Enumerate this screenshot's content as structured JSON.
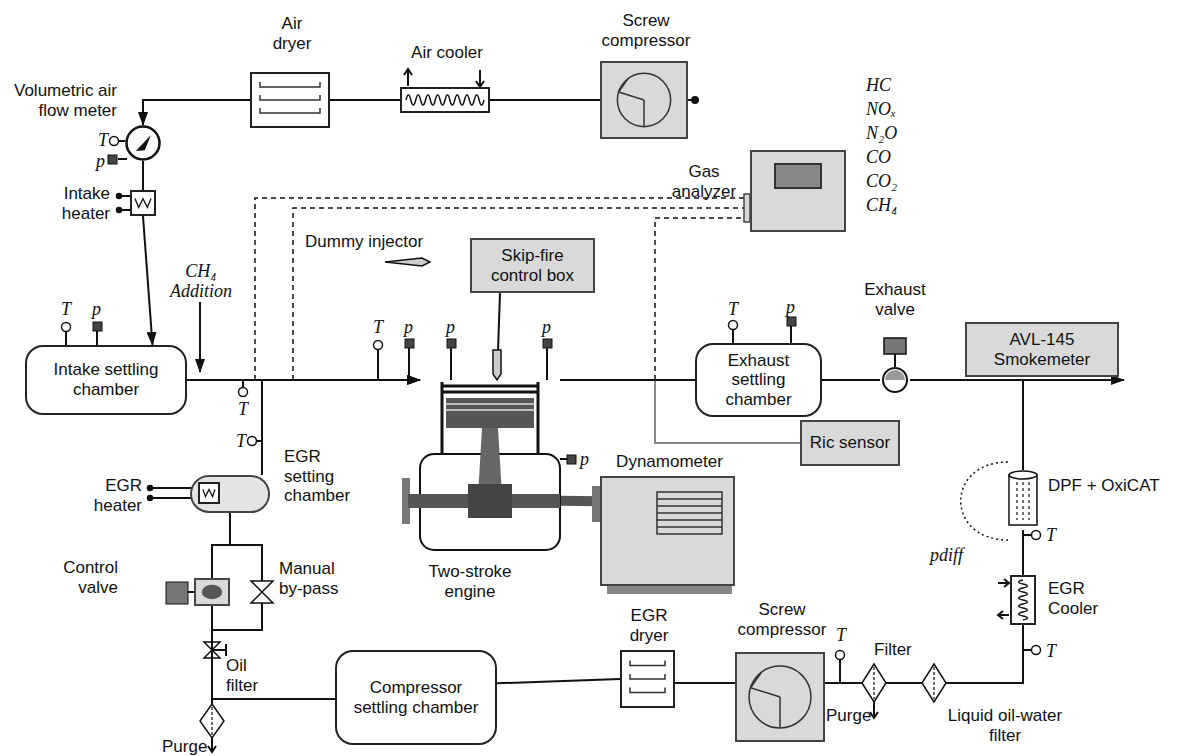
{
  "diagram": {
    "nodes": [
      {
        "text": [
          "Screw compressor"
        ]
      },
      {
        "text": [
          "Air cooler"
        ]
      },
      {
        "text": [
          "Air dryer"
        ]
      },
      {
        "text": [
          "Volumetric air flow meter"
        ]
      },
      {
        "text": [
          "Intake heater"
        ]
      },
      {
        "text": [
          "Intake settling chamber"
        ]
      },
      {
        "text": [
          "Gas analyzer"
        ]
      },
      {
        "text": [
          "Skip-fire control box"
        ]
      },
      {
        "text": [
          "Two-stroke engine"
        ]
      },
      {
        "text": [
          "Dynamometer"
        ]
      },
      {
        "text": [
          "Exhaust settling chamber"
        ]
      },
      {
        "text": [
          "Exhaust valve"
        ]
      },
      {
        "text": [
          "AVL-145 Smokemeter"
        ]
      },
      {
        "text": [
          "Ric sensor"
        ]
      },
      {
        "text": [
          "DPF + OxiCAT"
        ]
      },
      {
        "text": [
          "EGR Cooler"
        ]
      },
      {
        "text": [
          "Liquid oil-water filter"
        ]
      },
      {
        "text": [
          "Filter"
        ]
      },
      {
        "text": [
          "Screw compressor"
        ]
      },
      {
        "text": [
          "EGR dryer"
        ]
      },
      {
        "text": [
          "Compressor settling chamber"
        ]
      },
      {
        "text": [
          "Oil filter"
        ]
      },
      {
        "text": [
          "Control valve"
        ]
      },
      {
        "text": [
          "Manual by-pass"
        ]
      },
      {
        "text": [
          "EGR setting chamber"
        ]
      },
      {
        "text": [
          "EGR heater"
        ],
        "in": 24
      }
    ],
    "edges": [
      {
        "from": 0,
        "to": 1,
        "arrow": "none"
      },
      {
        "from": 1,
        "to": 2,
        "arrow": "none"
      },
      {
        "from": 2,
        "to": 3,
        "arrow": "to"
      },
      {
        "from": 3,
        "to": 4,
        "arrow": "none"
      },
      {
        "from": 4,
        "to": 5,
        "arrow": "to"
      },
      {
        "from": 5,
        "to": 8,
        "arrow": "to"
      },
      {
        "from": 7,
        "to": 8,
        "arrow": "none"
      },
      {
        "from": 8,
        "to": 9,
        "arrow": "none"
      },
      {
        "from": 8,
        "to": 10,
        "arrow": "none"
      },
      {
        "from": 10,
        "to": 11,
        "arrow": "none"
      },
      {
        "from": 11,
        "to": 14,
        "arrow": "none"
      },
      {
        "from": 14,
        "to": 15,
        "arrow": "none"
      },
      {
        "from": 15,
        "to": 16,
        "arrow": "none"
      },
      {
        "from": 16,
        "to": 17,
        "arrow": "none"
      },
      {
        "from": 17,
        "to": 18,
        "arrow": "none"
      },
      {
        "from": 18,
        "to": 19,
        "arrow": "none"
      },
      {
        "from": 19,
        "to": 20,
        "arrow": "none"
      },
      {
        "from": 20,
        "to": 21,
        "arrow": "none"
      },
      {
        "from": 21,
        "to": 22,
        "arrow": "none"
      },
      {
        "from": 21,
        "to": 23,
        "arrow": "none"
      },
      {
        "from": 22,
        "to": 24,
        "arrow": "none"
      },
      {
        "from": 23,
        "to": 24,
        "arrow": "none"
      },
      {
        "from": 24,
        "to": 8,
        "arrow": "to"
      }
    ],
    "labels": [
      "HC",
      "NOₓ",
      "N₂O",
      "CO",
      "CO₂",
      "CH₄",
      "T",
      "p",
      "CH₄ Addition",
      "T",
      "p",
      "T",
      "Dummy injector",
      "T",
      "p",
      "p",
      "p",
      "p",
      "T",
      "p",
      "T",
      "T",
      "pdiff",
      "T",
      "T",
      "Purge",
      "Purge"
    ]
  }
}
